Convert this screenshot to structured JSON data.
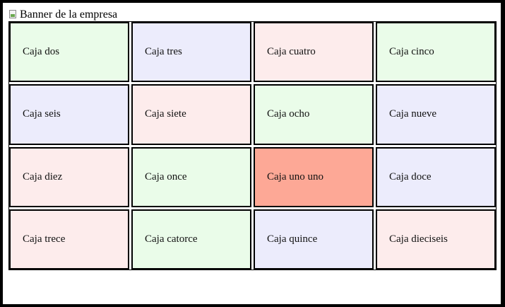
{
  "banner": {
    "alt_text": "Banner de la empresa",
    "icon": "broken-image-icon"
  },
  "colors": {
    "green": "#eafce9",
    "blue": "#ececfc",
    "pink": "#fdecec",
    "highlight": "#fda896",
    "border": "#000000"
  },
  "boxes": [
    {
      "label": "Caja dos",
      "color": "#eafce9"
    },
    {
      "label": "Caja tres",
      "color": "#ececfc"
    },
    {
      "label": "Caja cuatro",
      "color": "#fdecec"
    },
    {
      "label": "Caja cinco",
      "color": "#eafce9"
    },
    {
      "label": "Caja seis",
      "color": "#ececfc"
    },
    {
      "label": "Caja siete",
      "color": "#fdecec"
    },
    {
      "label": "Caja ocho",
      "color": "#eafce9"
    },
    {
      "label": "Caja nueve",
      "color": "#ececfc"
    },
    {
      "label": "Caja diez",
      "color": "#fdecec"
    },
    {
      "label": "Caja once",
      "color": "#eafce9"
    },
    {
      "label": "Caja uno uno",
      "color": "#fda896"
    },
    {
      "label": "Caja doce",
      "color": "#ececfc"
    },
    {
      "label": "Caja trece",
      "color": "#fdecec"
    },
    {
      "label": "Caja catorce",
      "color": "#eafce9"
    },
    {
      "label": "Caja quince",
      "color": "#ececfc"
    },
    {
      "label": "Caja dieciseis",
      "color": "#fdecec"
    }
  ]
}
